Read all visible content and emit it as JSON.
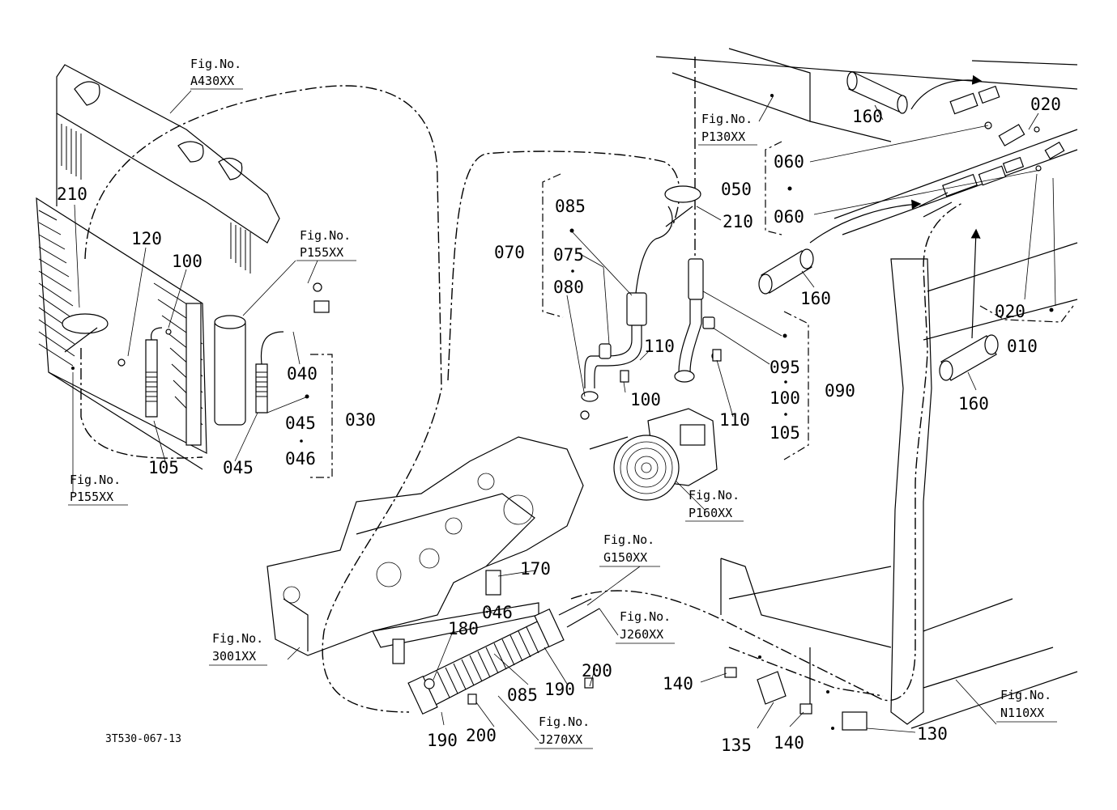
{
  "diagram_code": "3T530-067-13",
  "fig_refs": {
    "fig_prefix": "Fig.No.",
    "a430": "A430XX",
    "p155_top": "P155XX",
    "p155_left": "P155XX",
    "p130": "P130XX",
    "p160": "P160XX",
    "g150": "G150XX",
    "j260": "J260XX",
    "j270": "J270XX",
    "n110": "N110XX",
    "e3001": "3001XX"
  },
  "parts": {
    "p210_left": "210",
    "p210_right": "210",
    "p120": "120",
    "p100_left": "100",
    "p040": "040",
    "p045_a": "045",
    "p045_b": "045",
    "p046_a": "046",
    "p046_b": "046",
    "p030": "030",
    "p105_left": "105",
    "p085_top": "085",
    "p085_bottom": "085",
    "p070": "070",
    "p075": "075",
    "p080": "080",
    "p110_a": "110",
    "p110_b": "110",
    "p100_mid": "100",
    "p095": "095",
    "p100_right": "100",
    "p105_right": "105",
    "p090": "090",
    "p160_a": "160",
    "p160_b": "160",
    "p160_c": "160",
    "p060_a": "060",
    "p060_b": "060",
    "p050": "050",
    "p020_a": "020",
    "p020_b": "020",
    "p010": "010",
    "p170": "170",
    "p180": "180",
    "p190_a": "190",
    "p190_b": "190",
    "p200_a": "200",
    "p200_b": "200",
    "p140_a": "140",
    "p140_b": "140",
    "p135": "135",
    "p130": "130"
  }
}
